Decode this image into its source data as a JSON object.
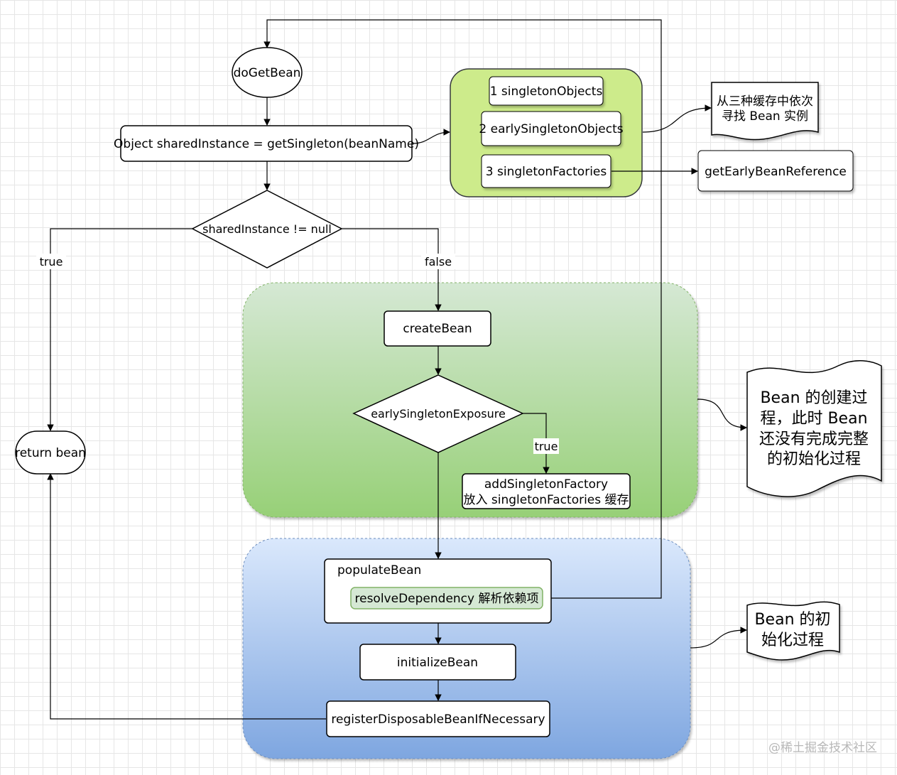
{
  "nodes": {
    "doGetBean": "doGetBean",
    "getSingleton": "Object sharedInstance = getSingleton(beanName)",
    "cache1": "1 singletonObjects",
    "cache2": "2 earlySingletonObjects",
    "cache3": "3 singletonFactories",
    "note_caches": [
      "从三种缓存中依次",
      "寻找 Bean 实例"
    ],
    "getEarlyBeanReference": "getEarlyBeanReference",
    "decision_null": "sharedInstance != null",
    "createBean": "createBean",
    "decision_early": "earlySingletonExposure",
    "addSingletonFactory": [
      "addSingletonFactory",
      "放入 singletonFactories 缓存"
    ],
    "note_creation": [
      "Bean 的创建过",
      "程，此时 Bean",
      "还没有完成完整",
      "的初始化过程"
    ],
    "returnBean": "return bean",
    "populateBean": "populateBean",
    "resolveDependency": "resolveDependency 解析依赖项",
    "initializeBean": "initializeBean",
    "registerDisposable": "registerDisposableBeanIfNecessary",
    "note_init": [
      "Bean 的初",
      "始化过程"
    ]
  },
  "edge_labels": {
    "true_left": "true",
    "false_right": "false",
    "true_early": "true"
  },
  "colors": {
    "cache_group_fill": "#cdeb8b",
    "cache_group_stroke": "#36393d",
    "create_group_top": "#d5e8d4",
    "create_group_bottom": "#97d077",
    "init_group_top": "#dae8fc",
    "init_group_bottom": "#7ea6e0",
    "resolve_fill": "#d5e8d4",
    "resolve_stroke": "#82b366"
  },
  "watermark": "@稀土掘金技术社区"
}
